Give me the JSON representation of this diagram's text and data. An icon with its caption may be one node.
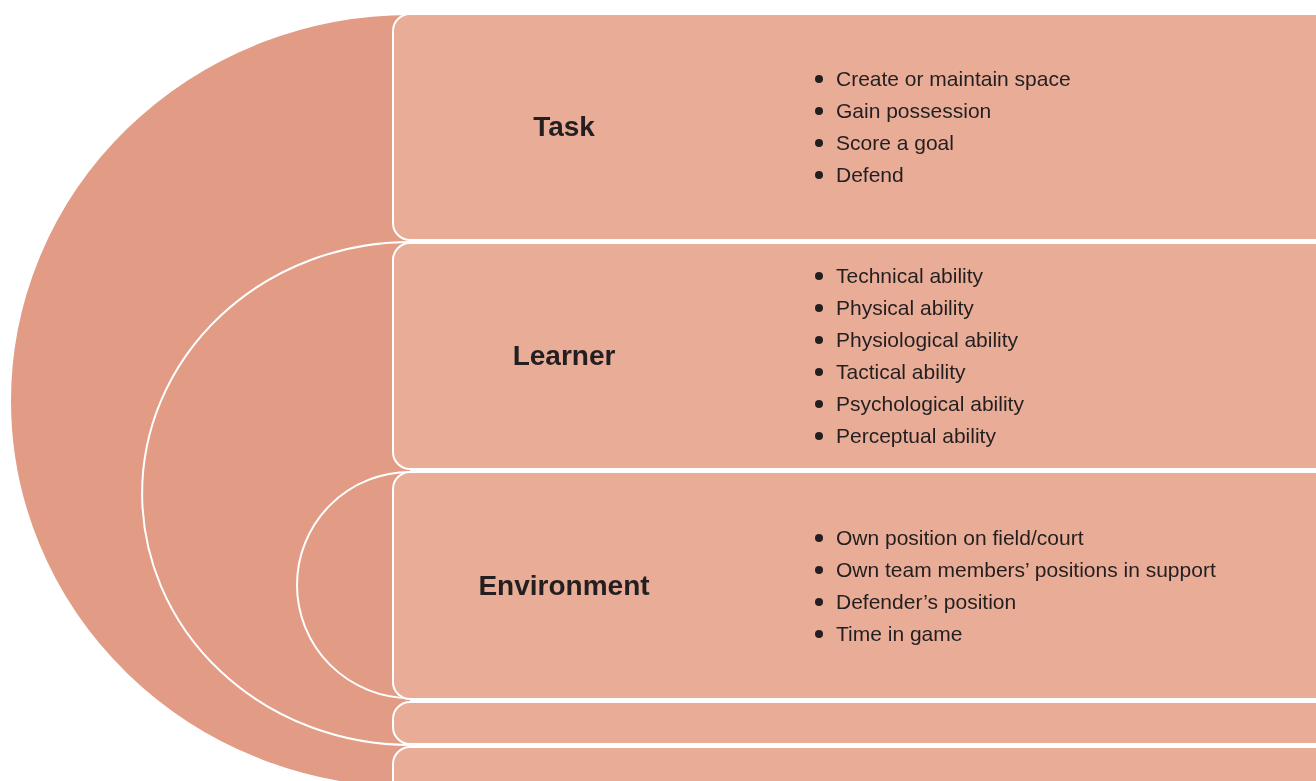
{
  "diagram": {
    "nodes": [
      {
        "text": [
          "Task",
          "Create or maintain space",
          "Gain possession",
          "Score a goal",
          "Defend"
        ]
      },
      {
        "text": [
          "Learner",
          "Technical ability",
          "Physical ability",
          "Physiological ability",
          "Tactical ability",
          "Psychological ability",
          "Perceptual ability"
        ]
      },
      {
        "text": [
          "Environment",
          "Own position on field/court",
          "Own team members’ positions in support",
          "Defender’s position",
          "Time in game"
        ]
      },
      {
        "text": [],
        "shape": "box"
      },
      {
        "text": [],
        "shape": "box"
      }
    ]
  }
}
